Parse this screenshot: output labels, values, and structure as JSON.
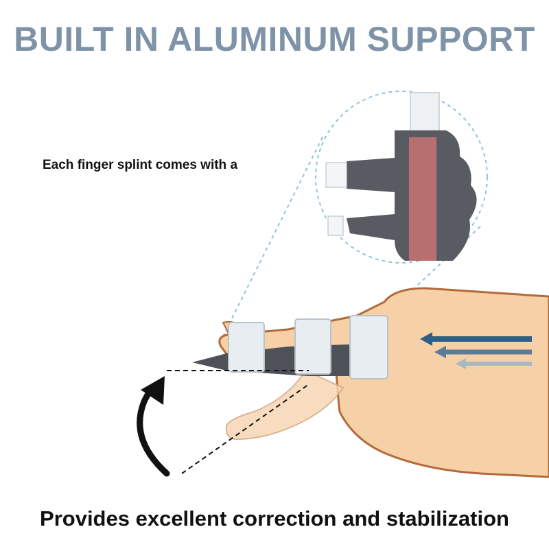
{
  "title": "BUILT IN ALUMINUM SUPPORT",
  "caption": "Each finger splint comes with a",
  "footer": "Provides excellent correction and stabilization",
  "colors": {
    "title": "#7f93a8",
    "text": "#111111",
    "skin": "#f5cfa4",
    "skin_outline": "#b06a3a",
    "splint_fabric": "#555760",
    "splint_core": "#b36a6a",
    "strap": "#e6ecef",
    "arrow_dark": "#2f5f87",
    "arrow_light": "#a9b7c2",
    "dashed_guide": "#8fc3dd"
  }
}
